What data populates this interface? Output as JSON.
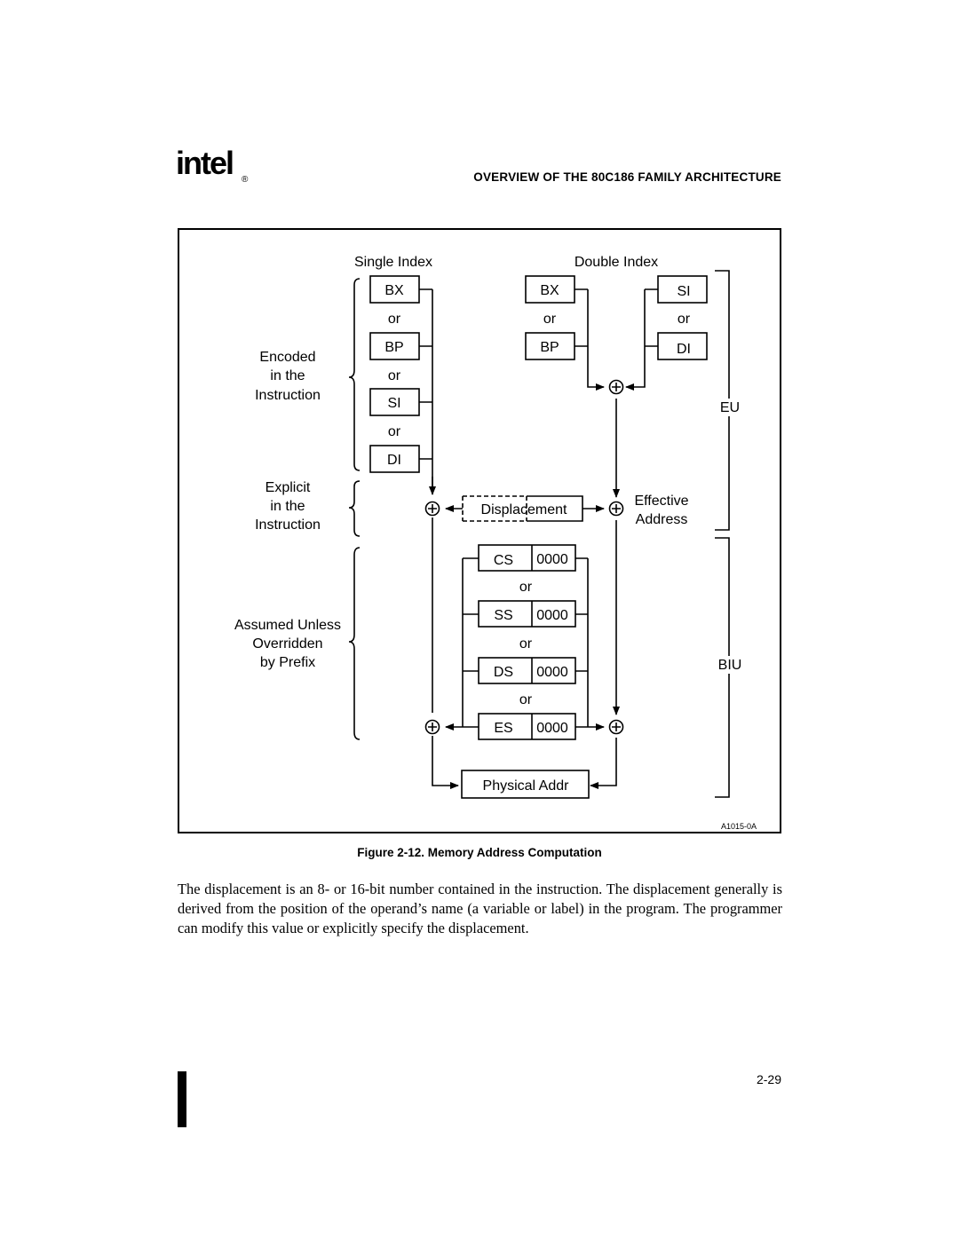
{
  "logo": {
    "text": "intel",
    "registered_mark": "®"
  },
  "header": {
    "title": "OVERVIEW OF THE 80C186 FAMILY ARCHITECTURE"
  },
  "diagram": {
    "single_index_heading": "Single Index",
    "double_index_heading": "Double Index",
    "single_index_registers": [
      "BX",
      "BP",
      "SI",
      "DI"
    ],
    "double_index_base": [
      "BX",
      "BP"
    ],
    "double_index_index": [
      "SI",
      "DI"
    ],
    "or_label": "or",
    "encoded_label": [
      "Encoded",
      "in the",
      "Instruction"
    ],
    "explicit_label": [
      "Explicit",
      "in the",
      "Instruction"
    ],
    "assumed_label": [
      "Assumed Unless",
      "Overridden",
      "by Prefix"
    ],
    "displacement": "Displacement",
    "effective_address": [
      "Effective",
      "Address"
    ],
    "segments": [
      {
        "reg": "CS",
        "value": "0000"
      },
      {
        "reg": "SS",
        "value": "0000"
      },
      {
        "reg": "DS",
        "value": "0000"
      },
      {
        "reg": "ES",
        "value": "0000"
      }
    ],
    "physical_addr": "Physical Addr",
    "eu_label": "EU",
    "biu_label": "BIU",
    "figure_code": "A1015-0A"
  },
  "caption": "Figure 2-12.  Memory Address Computation",
  "body_text": "The displacement is an 8- or 16-bit number contained in the instruction. The displacement generally is derived from the position of the operand’s name (a variable or label) in the program. The programmer can modify this value or explicitly specify the displacement.",
  "page_number": "2-29"
}
